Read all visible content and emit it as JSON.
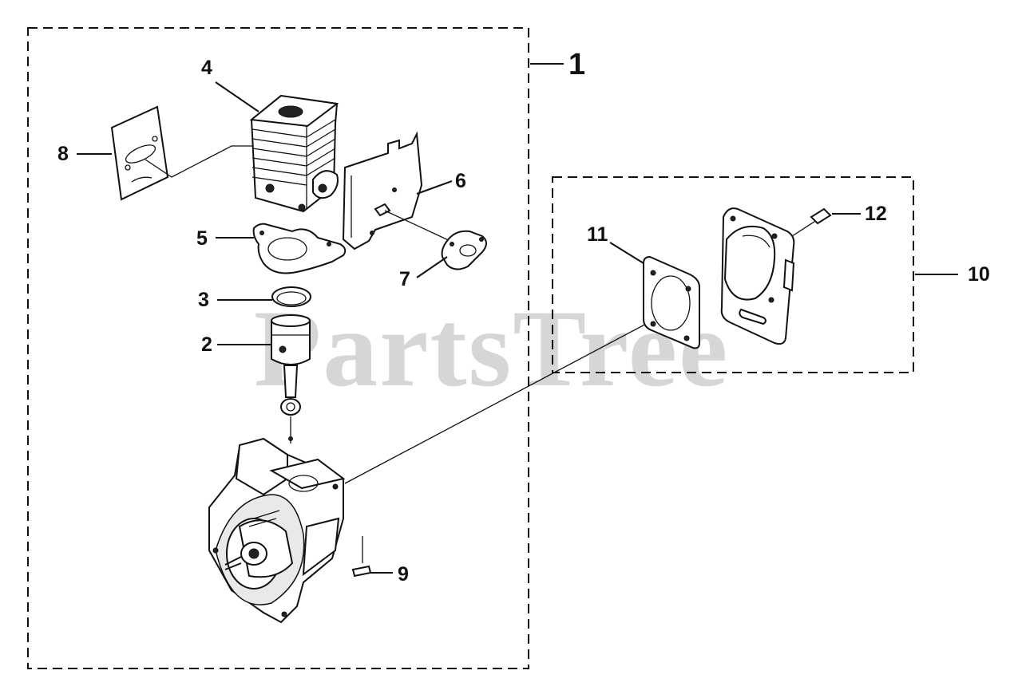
{
  "watermark": "PartsTree",
  "callouts": {
    "c1": "1",
    "c2": "2",
    "c3": "3",
    "c4": "4",
    "c5": "5",
    "c6": "6",
    "c7": "7",
    "c8": "8",
    "c9": "9",
    "c10": "10",
    "c11": "11",
    "c12": "12"
  }
}
